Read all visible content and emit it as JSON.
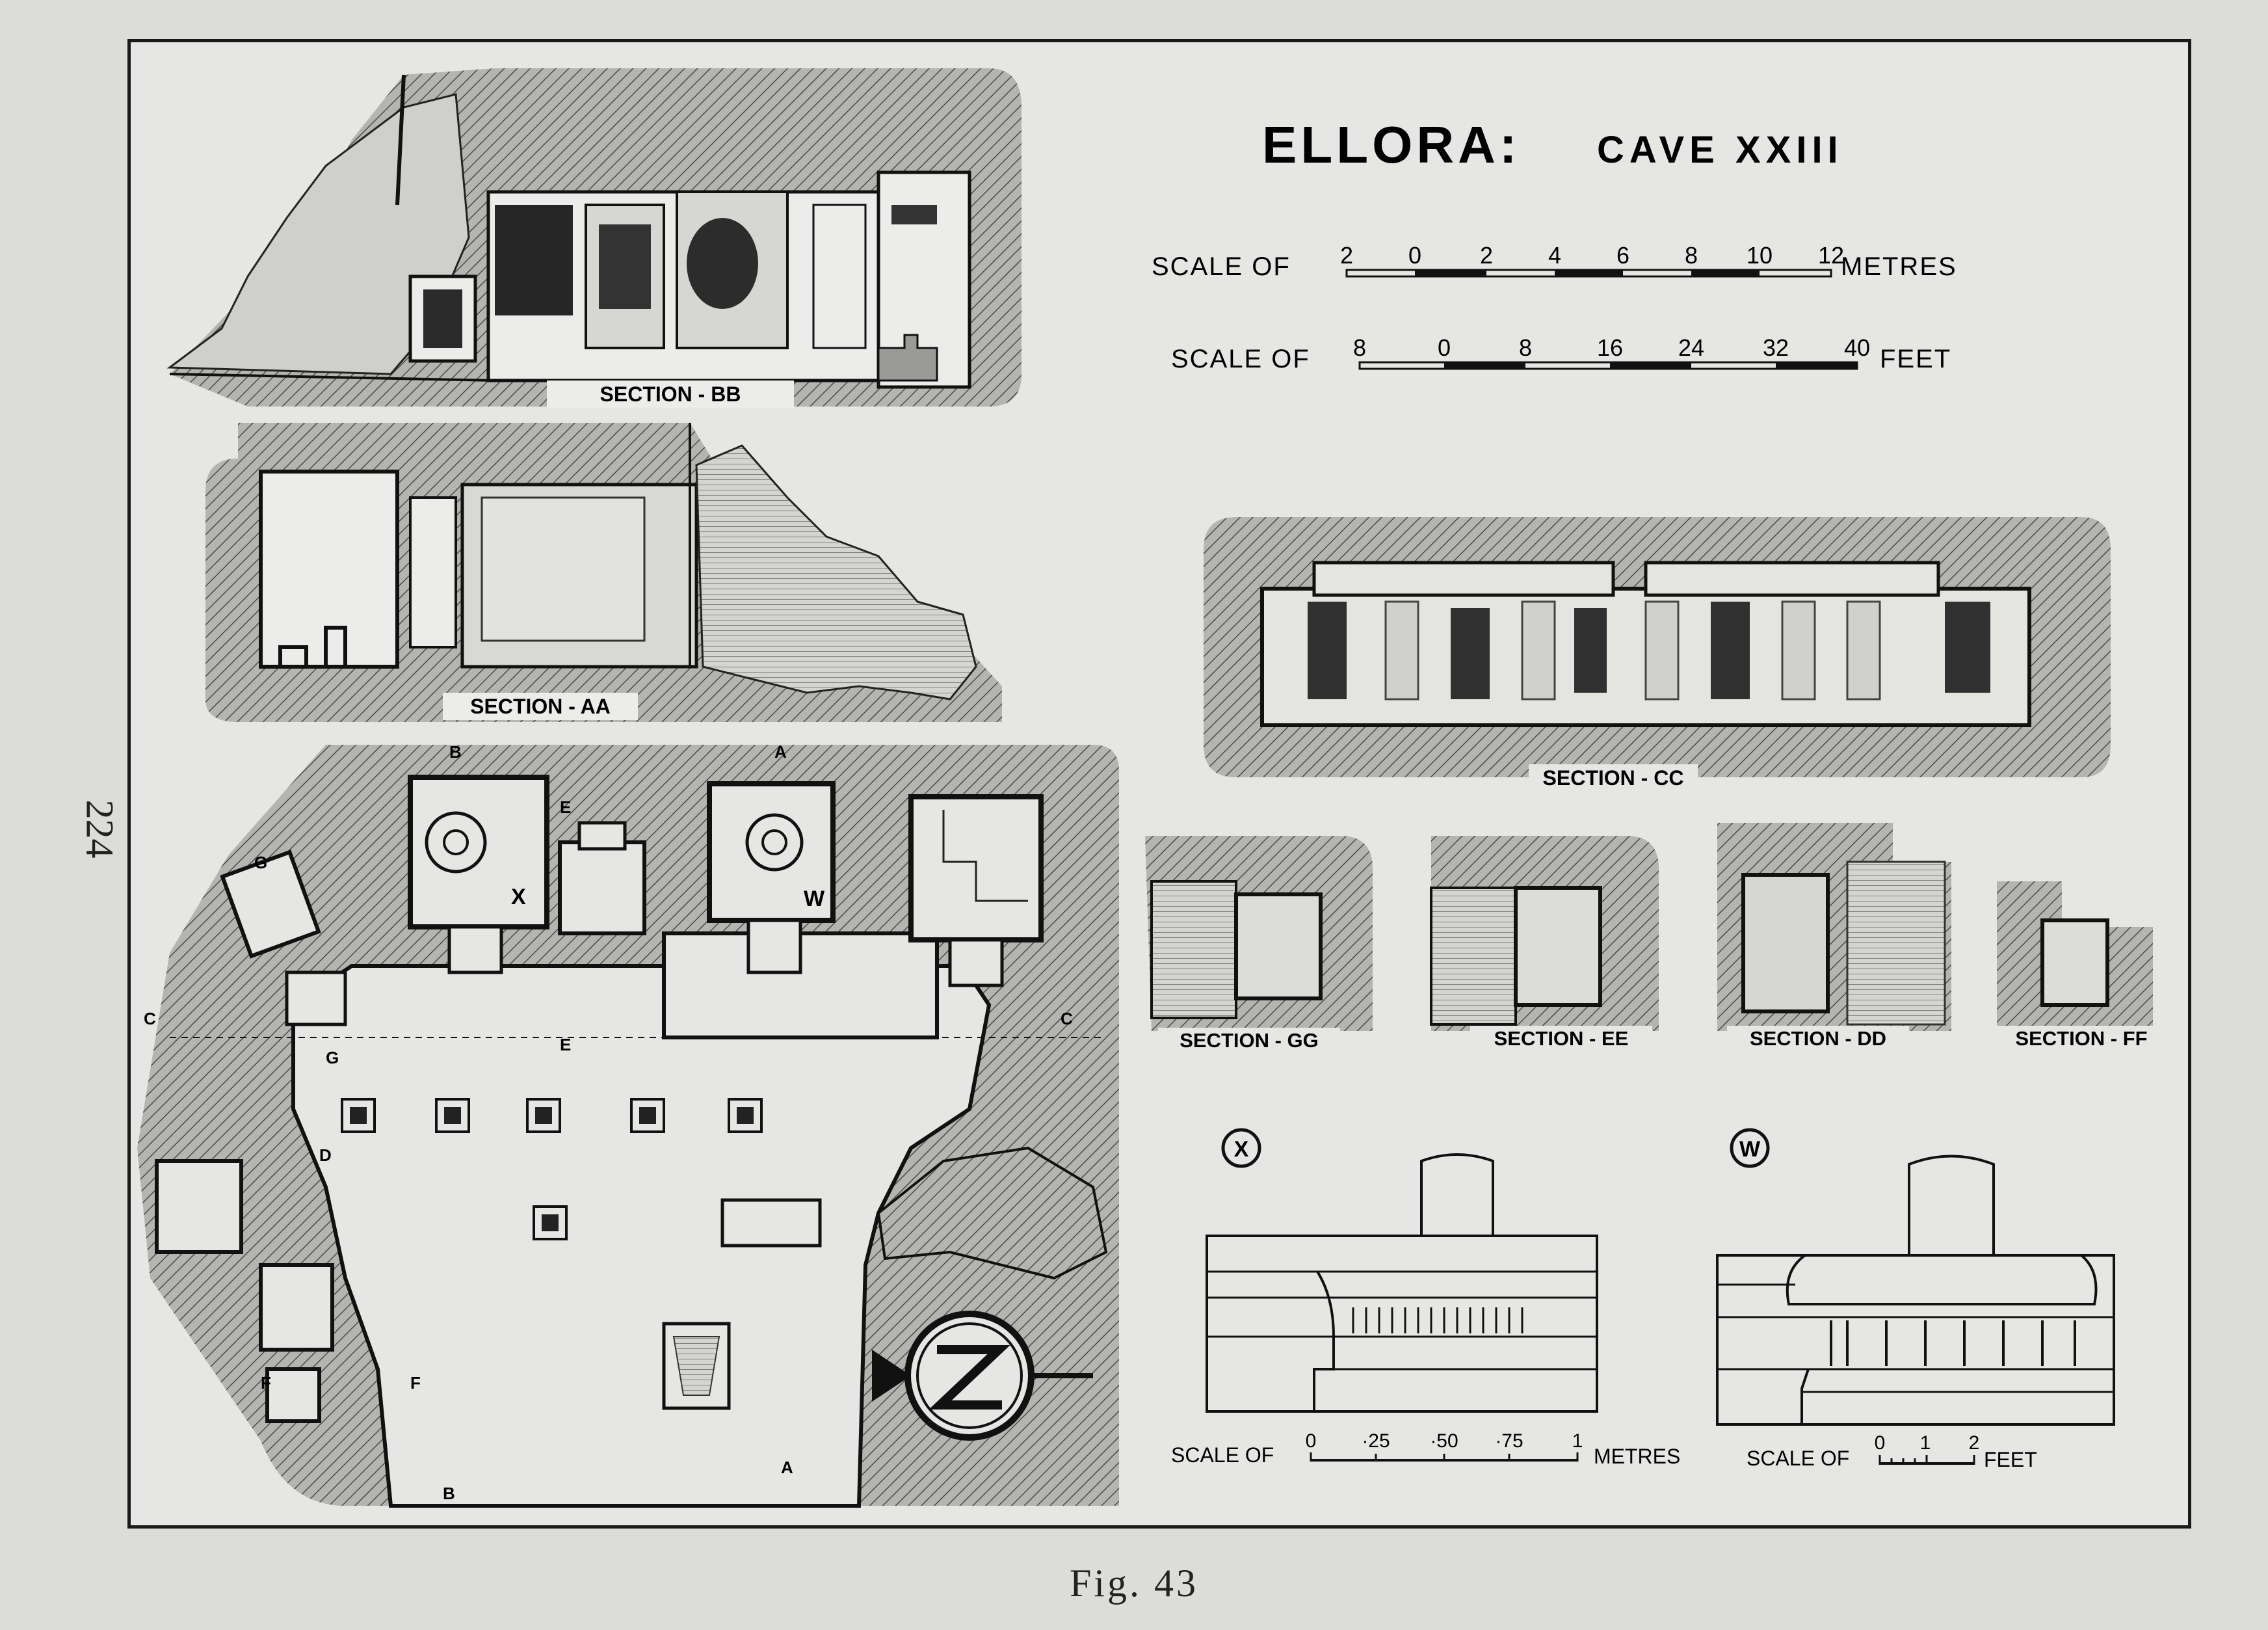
{
  "page_number": "224",
  "caption": "Fig. 43",
  "title": {
    "main": "ELLORA:",
    "sub": "CAVE XXIII"
  },
  "scales": {
    "metres": {
      "prefix": "SCALE OF",
      "ticks": [
        "2",
        "0",
        "2",
        "4",
        "6",
        "8",
        "10",
        "12"
      ],
      "unit": "METRES"
    },
    "feet": {
      "prefix": "SCALE OF",
      "ticks": [
        "8",
        "0",
        "8",
        "16",
        "24",
        "32",
        "40"
      ],
      "unit": "FEET"
    },
    "detail_metres": {
      "prefix": "SCALE OF",
      "ticks": [
        "0",
        "·25",
        "·50",
        "·75",
        "1"
      ],
      "unit": "METRES"
    },
    "detail_feet": {
      "prefix": "SCALE OF",
      "ticks": [
        "0",
        "1",
        "2"
      ],
      "unit": "FEET"
    }
  },
  "sections": {
    "bb": "SECTION - BB",
    "aa": "SECTION - AA",
    "cc": "SECTION - CC",
    "gg": "SECTION - GG",
    "ee": "SECTION - EE",
    "dd": "SECTION - DD",
    "ff": "SECTION - FF"
  },
  "plan": {
    "room_x": "X",
    "room_w": "W",
    "markers": [
      "A",
      "A",
      "B",
      "B",
      "C",
      "C",
      "D",
      "E",
      "E",
      "F",
      "F",
      "G",
      "G"
    ]
  },
  "details": {
    "x_label": "X",
    "w_label": "W"
  },
  "colors": {
    "ink": "#141414",
    "paper": "#e6e6e4",
    "rock": "#a9a9a6"
  }
}
